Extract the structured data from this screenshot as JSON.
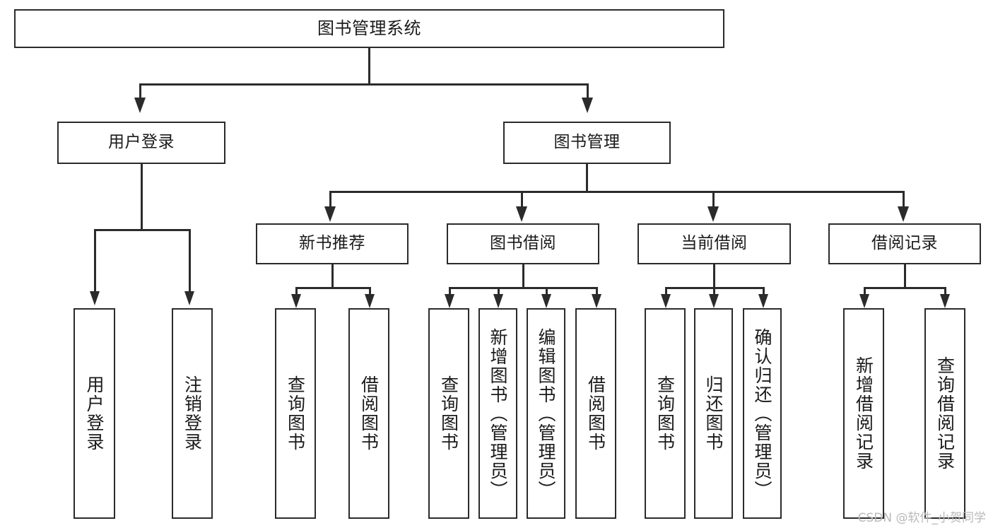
{
  "diagram": {
    "type": "tree",
    "title": "图书管理系统",
    "root": {
      "id": "root",
      "label": "图书管理系统"
    },
    "level2": [
      {
        "id": "user-login",
        "label": "用户登录"
      },
      {
        "id": "book-manage",
        "label": "图书管理"
      }
    ],
    "level3": [
      {
        "id": "new-book-recommend",
        "label": "新书推荐",
        "parent": "book-manage"
      },
      {
        "id": "book-borrow",
        "label": "图书借阅",
        "parent": "book-manage"
      },
      {
        "id": "current-borrow",
        "label": "当前借阅",
        "parent": "book-manage"
      },
      {
        "id": "borrow-record",
        "label": "借阅记录",
        "parent": "book-manage"
      }
    ],
    "leaves": {
      "user-login": [
        {
          "id": "leaf-user-login",
          "label": "用户登录"
        },
        {
          "id": "leaf-logout",
          "label": "注销登录"
        }
      ],
      "new-book-recommend": [
        {
          "id": "leaf-query-book-1",
          "label": "查询图书"
        },
        {
          "id": "leaf-borrow-book-1",
          "label": "借阅图书"
        }
      ],
      "book-borrow": [
        {
          "id": "leaf-query-book-2",
          "label": "查询图书"
        },
        {
          "id": "leaf-add-book",
          "label": "新增图书（管理员）"
        },
        {
          "id": "leaf-edit-book",
          "label": "编辑图书（管理员）"
        },
        {
          "id": "leaf-borrow-book-2",
          "label": "借阅图书"
        }
      ],
      "current-borrow": [
        {
          "id": "leaf-query-book-3",
          "label": "查询图书"
        },
        {
          "id": "leaf-return-book",
          "label": "归还图书"
        },
        {
          "id": "leaf-confirm-return",
          "label": "确认归还（管理员）"
        }
      ],
      "borrow-record": [
        {
          "id": "leaf-add-record",
          "label": "新增借阅记录"
        },
        {
          "id": "leaf-query-record",
          "label": "查询借阅记录"
        }
      ]
    }
  },
  "watermark": {
    "text": "CSDN @软件_小贺同学"
  },
  "colors": {
    "stroke": "#2b2b2b",
    "fill": "#ffffff",
    "text": "#1a1a1a",
    "watermark": "#b9b9b9"
  }
}
